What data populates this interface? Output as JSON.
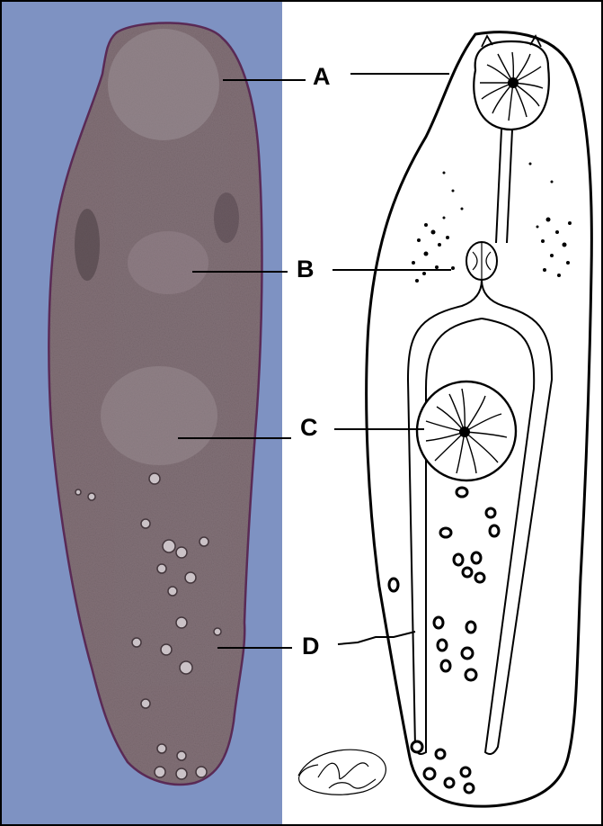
{
  "labels": {
    "a": "A",
    "b": "B",
    "c": "C",
    "d": "D"
  },
  "colors": {
    "photo_background": "#7e92c2",
    "specimen_body": "#6f5a62",
    "specimen_outline": "#5a2a55",
    "ink": "#000000"
  }
}
